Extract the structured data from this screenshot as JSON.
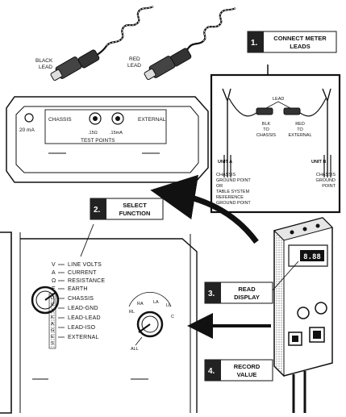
{
  "leads": {
    "black_line1": "BLACK",
    "black_line2": "LEAD",
    "red_line1": "RED",
    "red_line2": "LEAD"
  },
  "panel": {
    "indicator": "20 mA",
    "chassis": "CHASSIS",
    "external": "EXTERNAL",
    "jack1": ".15Ω",
    "jack2": ".15mA",
    "test_points": "TEST POINTS"
  },
  "steps": [
    {
      "num": "1.",
      "line1": "CONNECT METER",
      "line2": "LEADS"
    },
    {
      "num": "2.",
      "line1": "SELECT",
      "line2": "FUNCTION"
    },
    {
      "num": "3.",
      "line1": "READ",
      "line2": "DISPLAY"
    },
    {
      "num": "4.",
      "line1": "RECORD",
      "line2": "VALUE"
    }
  ],
  "inset": {
    "lead": "LEAD",
    "blk_to": [
      "BLK",
      "TO",
      "CHASSIS"
    ],
    "red_to": [
      "RED",
      "TO",
      "EXTERNAL"
    ],
    "unit_a": "UNIT A",
    "unit_a_desc": [
      "CHASSIS",
      "GROUND POINT",
      "OR",
      "TABLE SYSTEM",
      "REFERENCE",
      "GROUND POINT"
    ],
    "unit_b": "UNIT B",
    "unit_b_desc": [
      "CHASSIS",
      "GROUND",
      "POINT"
    ]
  },
  "selector": {
    "letters": [
      "V",
      "A",
      "Ω",
      "E"
    ],
    "functions": [
      "LINE VOLTS",
      "CURRENT",
      "RESISTANCE",
      "EARTH",
      "CHASSIS",
      "LEAD-GND",
      "LEAD-LEAD",
      "LEAD-ISO",
      "EXTERNAL"
    ],
    "leakage": [
      "L",
      "E",
      "A",
      "K",
      "A",
      "G",
      "E",
      "S"
    ],
    "lead_positions": [
      "RA",
      "RL",
      "LA",
      "LL",
      "C"
    ],
    "all": "ALL"
  },
  "meter": {
    "display": "8.88"
  },
  "colors": {
    "ink": "#111111",
    "step_box": "#222222",
    "shading": "#9a9a9a"
  }
}
